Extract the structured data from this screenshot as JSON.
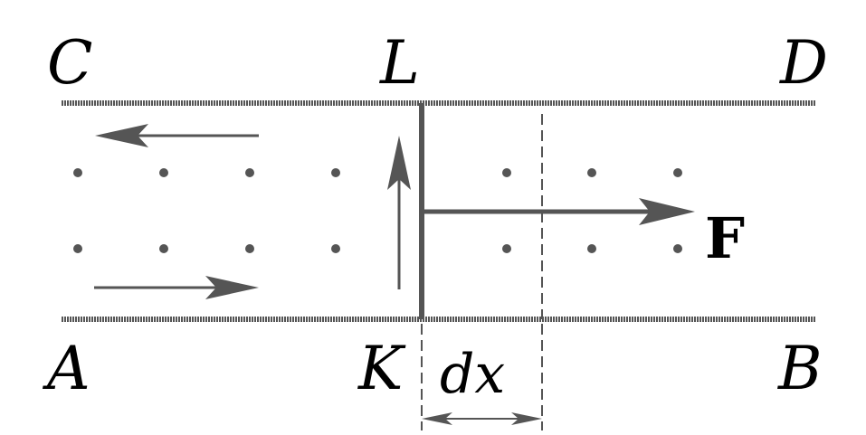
{
  "labels": {
    "top_left": "C",
    "top_mid": "L",
    "top_right": "D",
    "bottom_left": "A",
    "bottom_mid": "K",
    "bottom_right": "B",
    "displacement": "dx",
    "force": "F"
  },
  "field": {
    "direction": "out-of-page",
    "dot_rows": 2,
    "dots_left_of_rod_per_row": 4,
    "dots_right_of_rod_per_row": 3
  },
  "colors": {
    "ink": "#555555",
    "text": "#000000",
    "background": "#ffffff"
  }
}
